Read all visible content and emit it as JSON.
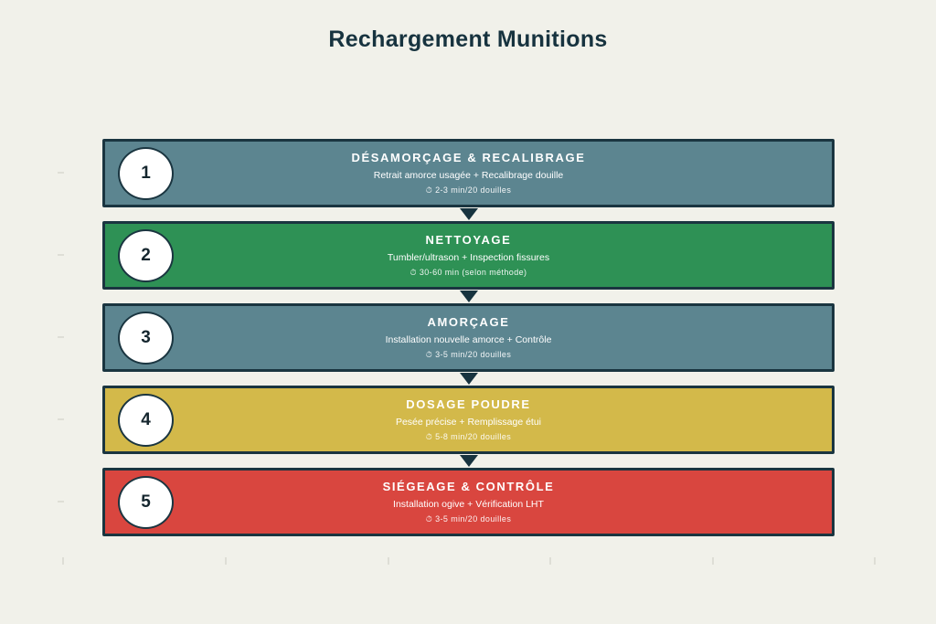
{
  "page": {
    "title": "Rechargement Munitions",
    "background_color": "#F1F1EA",
    "ink_color": "#17333F"
  },
  "steps": [
    {
      "number": "1",
      "title": "DÉSAMORÇAGE & RECALIBRAGE",
      "subtitle": "Retrait amorce usagée + Recalibrage douille",
      "time": "⏱ 2-3 min/20 douilles",
      "color": "#5C8590"
    },
    {
      "number": "2",
      "title": "NETTOYAGE",
      "subtitle": "Tumbler/ultrason + Inspection fissures",
      "time": "⏱ 30-60 min (selon méthode)",
      "color": "#2E9155"
    },
    {
      "number": "3",
      "title": "AMORÇAGE",
      "subtitle": "Installation nouvelle amorce + Contrôle",
      "time": "⏱ 3-5 min/20 douilles",
      "color": "#5C8590"
    },
    {
      "number": "4",
      "title": "DOSAGE POUDRE",
      "subtitle": "Pesée précise + Remplissage étui",
      "time": "⏱ 5-8 min/20 douilles",
      "color": "#D3B94A"
    },
    {
      "number": "5",
      "title": "SIÉGEAGE & CONTRÔLE",
      "subtitle": "Installation ogive + Vérification LHT",
      "time": "⏱ 3-5 min/20 douilles",
      "color": "#D9463F"
    }
  ]
}
